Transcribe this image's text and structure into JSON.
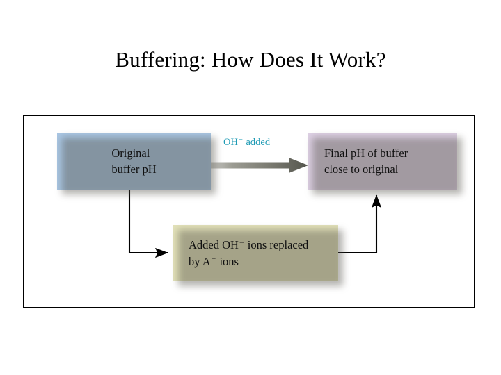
{
  "slide": {
    "title": "Buffering: How Does It Work?",
    "background_color": "#ffffff"
  },
  "figure": {
    "frame_border_color": "#000000",
    "background_color": "#ffffff",
    "boxes": [
      {
        "id": "original-buffer",
        "color": "#a9c6e3",
        "line1": "Original",
        "line2": "buffer pH"
      },
      {
        "id": "final-ph",
        "color": "#ddd0e4",
        "line1": "Final pH of buffer",
        "line2": "close to original"
      },
      {
        "id": "ions-replaced",
        "color": "#e2e1b9",
        "line1_before": "Added OH",
        "line1_sup": "−",
        "line1_after": " ions replaced",
        "line2_before": "by A",
        "line2_sup": "−",
        "line2_after": "  ions"
      }
    ],
    "arrow_label": {
      "text_before": "OH",
      "text_sup": "−",
      "text_after": " added",
      "color": "#1f9bb5"
    },
    "gray_arrow_color_start": "#c8c8c4",
    "gray_arrow_color_end": "#55564e",
    "connector_color": "#000000"
  }
}
